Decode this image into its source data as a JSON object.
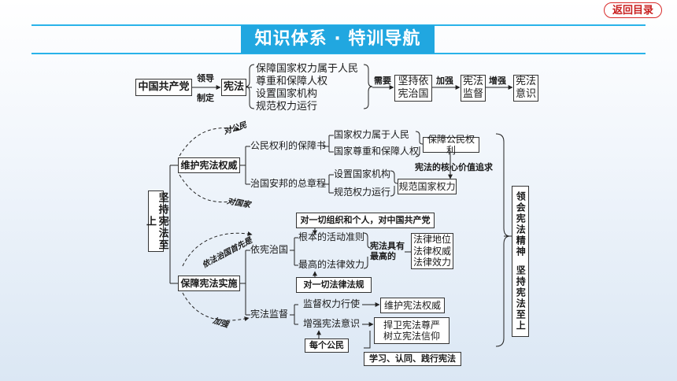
{
  "header": {
    "back_label": "返回目录",
    "title": "知识体系 · 特训导航"
  },
  "top": {
    "party": "中国共产党",
    "lead": "领导",
    "make": "制定",
    "constitution": "宪法",
    "items": [
      "保障国家权力属于人民",
      "尊重和保障人权",
      "设置国家机构",
      "规范权力运行"
    ],
    "need": "需要",
    "rule": "坚持依宪治国",
    "strengthen1": "加强",
    "supervise": "宪法监督",
    "strengthen2": "增强",
    "awareness": "宪法意识"
  },
  "left": {
    "main": "坚持宪法至上"
  },
  "upper": {
    "section": "维护宪法权威",
    "to_citizens": "对公民",
    "to_state": "对国家",
    "guarantee": "公民权利的保障书",
    "guarantee_items": [
      "国家权力属于人民",
      "国家尊重和保障人权"
    ],
    "protect_rights": "保障公民权利",
    "charter": "治国安邦的总章程",
    "charter_items": [
      "设置国家机构",
      "规范权力运行"
    ],
    "regulate_power": "规范国家权力",
    "core_value": "宪法的核心价值追求"
  },
  "lower": {
    "section": "保障宪法实施",
    "first": "依法治国首先是",
    "strengthen": "加强",
    "rule_by": "依宪治国",
    "all_orgs": "对一切组织和个人，对中国共产党",
    "fundamental": "根本的活动准则",
    "supreme": "最高的法律效力",
    "all_laws": "对一切法律法规",
    "has_highest": "宪法具有最高的",
    "status": "法律地位",
    "authority": "法律权威",
    "effect": "法律效力",
    "supervision": "宪法监督",
    "check_power": "监督权力行使",
    "maintain": "维护宪法权威",
    "raise": "增强宪法意识",
    "defend": "捍卫宪法尊严树立宪法信仰",
    "every_citizen": "每个公民",
    "learn": "学习、认同、践行宪法"
  },
  "right": {
    "spirit": "领会宪法精神",
    "uphold": "坚持宪法至上"
  }
}
